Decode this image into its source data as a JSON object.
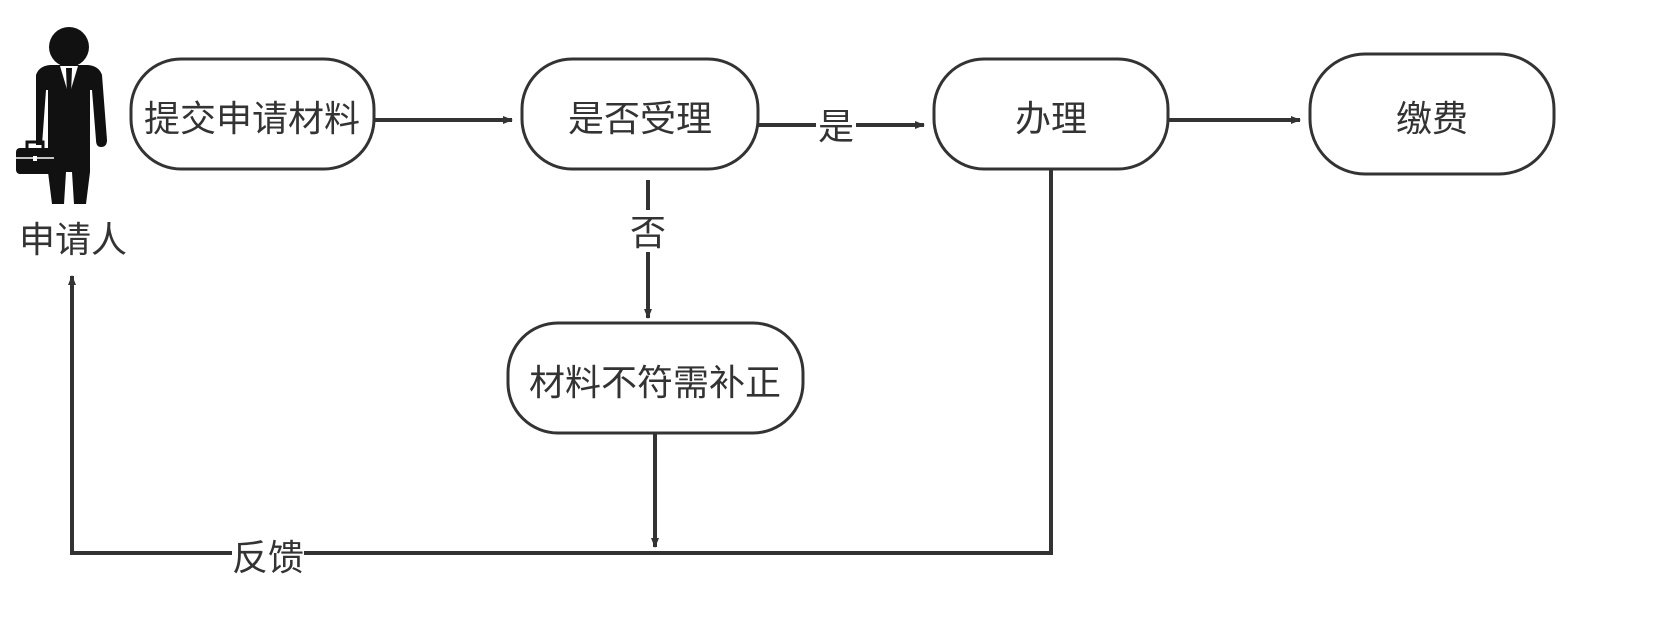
{
  "diagram": {
    "actor": {
      "label": "申请人",
      "icon": "businessman-with-briefcase-icon"
    },
    "nodes": {
      "submit": "提交申请材料",
      "accept": "是否受理",
      "process": "办理",
      "pay": "缴费",
      "supplement": "材料不符需补正"
    },
    "edges": {
      "yes": "是",
      "no": "否",
      "feedback": "反馈"
    },
    "colors": {
      "stroke": "#333333",
      "fill": "#ffffff",
      "text": "#333333"
    }
  }
}
